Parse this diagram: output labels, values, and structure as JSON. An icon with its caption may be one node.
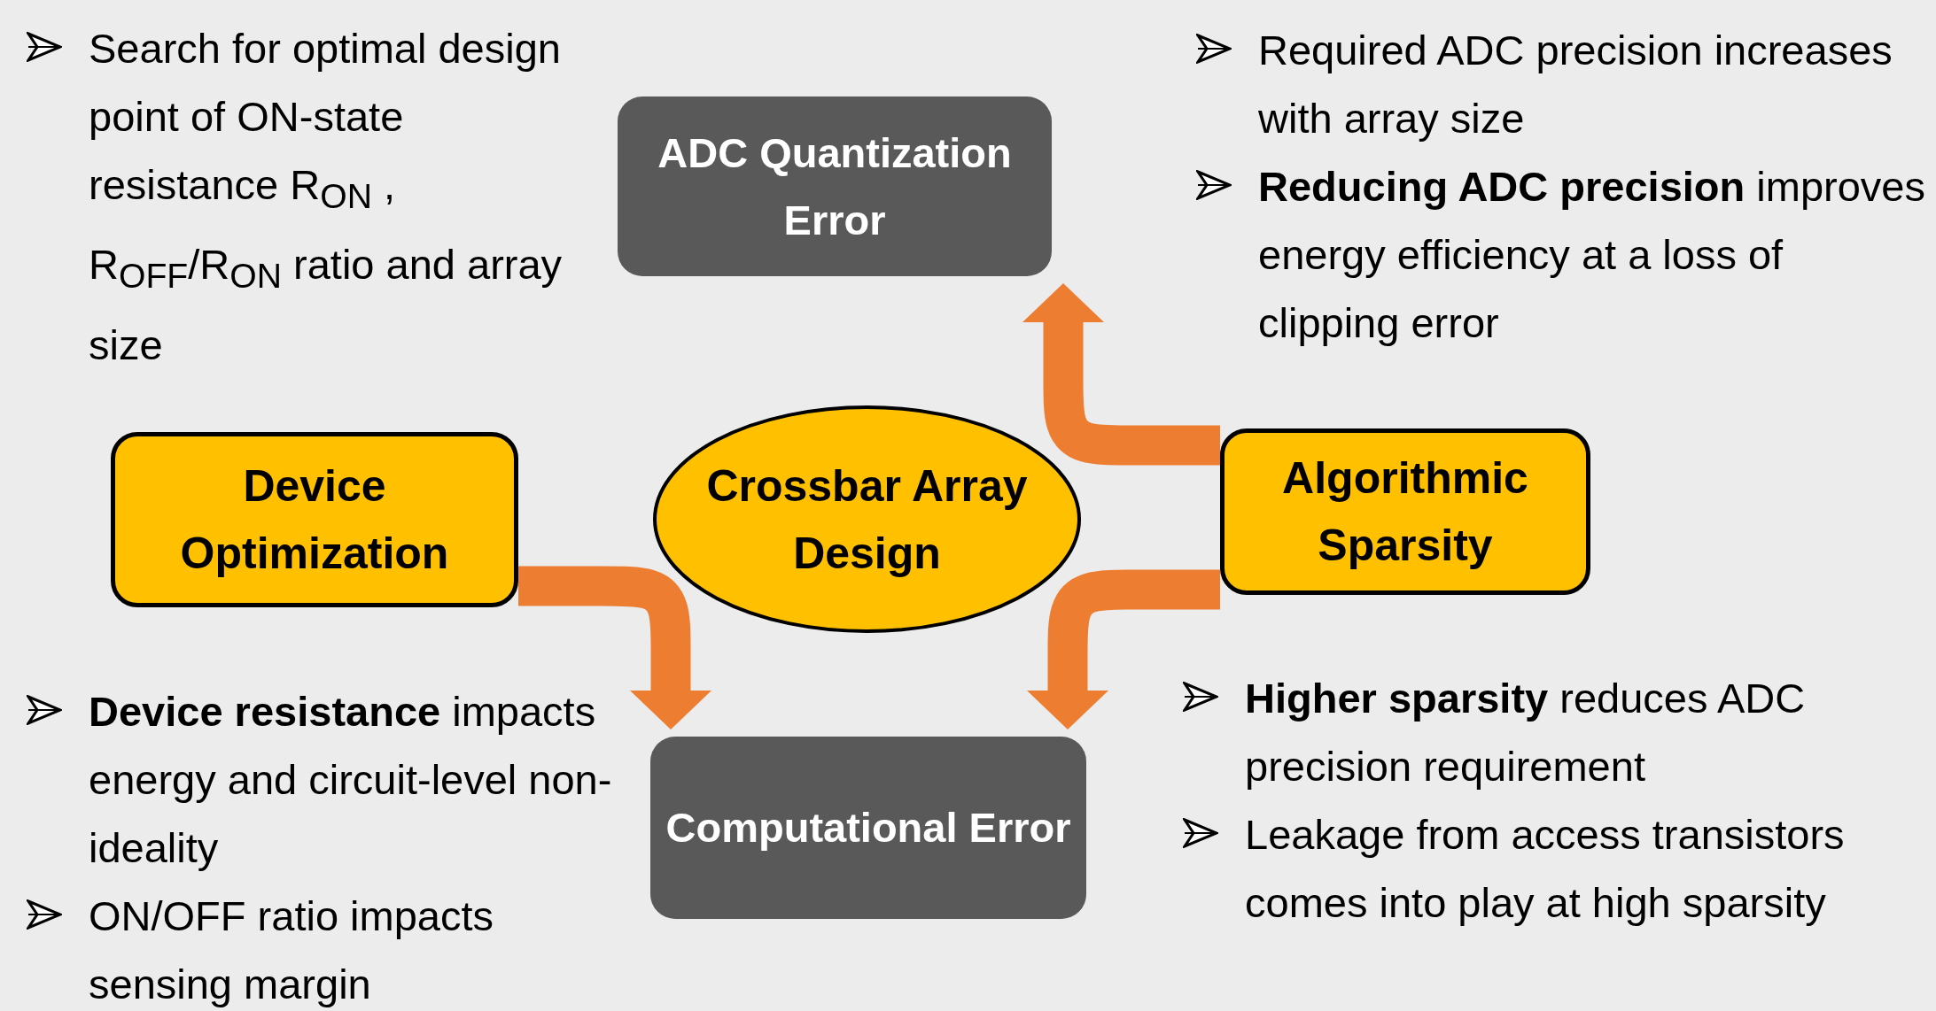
{
  "diagram": {
    "nodes": [
      {
        "text": [
          "ADC Quantization Error"
        ]
      },
      {
        "text": [
          "Device Optimization"
        ]
      },
      {
        "text": [
          "Crossbar Array Design"
        ]
      },
      {
        "text": [
          "Algorithmic Sparsity"
        ]
      },
      {
        "text": [
          "Computational Error"
        ]
      }
    ],
    "edges": [
      {
        "from": 3,
        "to": 0,
        "arrow": "to"
      },
      {
        "from": 1,
        "to": 4,
        "arrow": "to"
      },
      {
        "from": 3,
        "to": 4,
        "arrow": "to"
      }
    ],
    "labels": [
      "Search for optimal design point of ON-state resistance R$_{ON}$ , R$_{OFF}$/R$_{ON}$ ratio and array size",
      "Required ADC precision increases with array size",
      "**Reducing ADC precision** improves energy efficiency at a loss of clipping error",
      "**Device resistance** impacts energy and circuit-level non-ideality",
      "ON/OFF ratio impacts sensing margin",
      "**Higher sparsity** reduces ADC precision requirement",
      "Leakage from access transistors comes into play at high sparsity"
    ]
  }
}
